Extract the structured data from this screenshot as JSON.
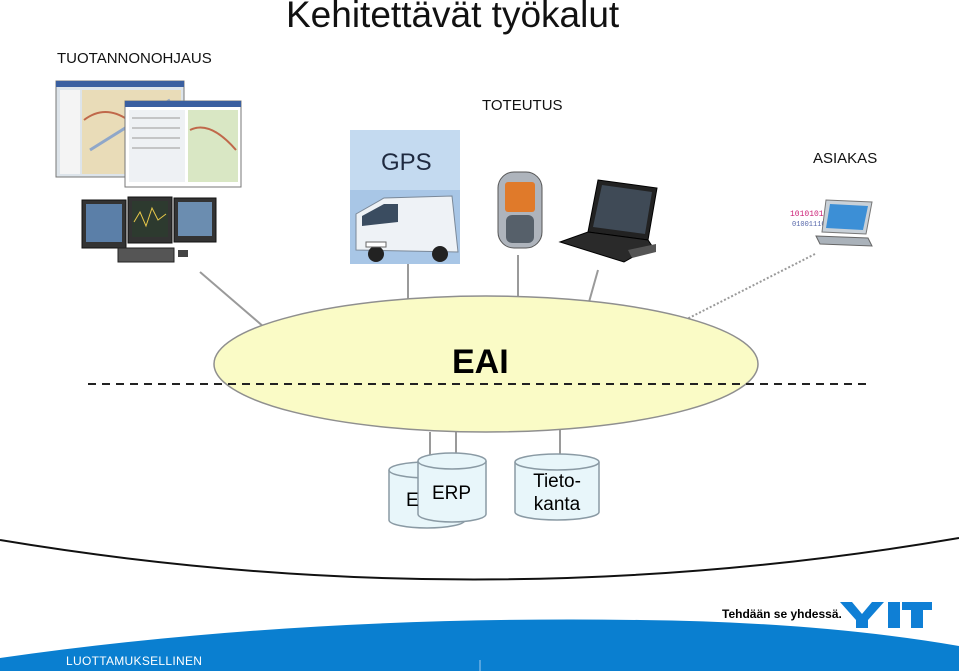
{
  "title": "Kehitettävät työkalut",
  "labels": {
    "production_control": "TUOTANNONOHJAUS",
    "implementation": "TOTEUTUS",
    "gps": "GPS",
    "customer": "ASIAKAS",
    "eai": "EAI"
  },
  "databases": {
    "back": "E",
    "erp": "ERP",
    "db_line1": "Tieto-",
    "db_line2": "kanta"
  },
  "footer": {
    "slogan": "Tehdään se yhdessä.",
    "confidential": "LUOTTAMUKSELLINEN"
  },
  "colors": {
    "eai_fill": "#fafbc6",
    "eai_stroke": "#8f8f8f",
    "footer_blue": "#0a7fd0",
    "logo_blue": "#0f7fd5"
  }
}
